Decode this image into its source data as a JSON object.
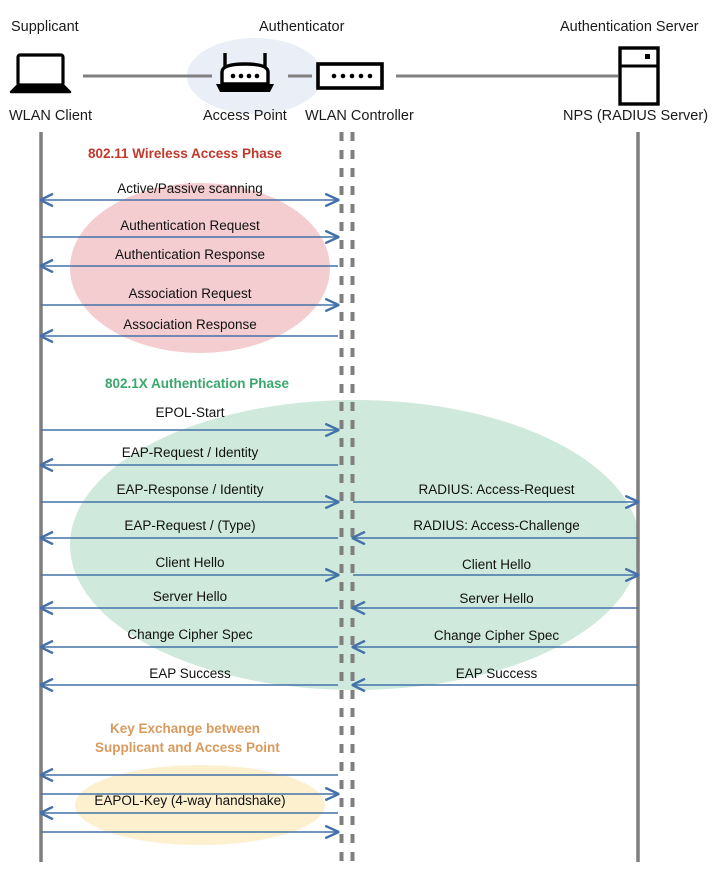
{
  "diagram": {
    "title": "802.1X / WPA2-Enterprise WLAN authentication sequence",
    "colors": {
      "lifeline_solid": "#7f7f7f",
      "lifeline_dashed": "#7f7f7f",
      "arrow": "#4472a8",
      "phase_wireless": "#c0392b",
      "phase_8021x": "#3aa76d",
      "phase_keyexchange": "#d99a5e",
      "ellipse_pink": "#f4cdd0",
      "ellipse_green": "#cfe9dc",
      "ellipse_yellow": "#fdf0cf",
      "ellipse_blue": "#eaeef7",
      "connector_line": "#808080"
    }
  },
  "roles": [
    {
      "id": "supplicant",
      "role": "Supplicant",
      "device": "WLAN Client",
      "icon": "laptop-icon"
    },
    {
      "id": "authenticator",
      "role": "Authenticator",
      "device": "Access Point",
      "icon": "access-point-icon"
    },
    {
      "id": "controller",
      "role": "",
      "device": "WLAN Controller",
      "icon": "wlan-controller-icon"
    },
    {
      "id": "auth-server",
      "role": "Authentication Server",
      "device": "NPS (RADIUS Server)",
      "icon": "server-icon"
    }
  ],
  "phases": [
    {
      "id": "wireless-access",
      "label": "802.11 Wireless Access Phase",
      "color": "#c0392b",
      "ellipse": "#f4cdd0"
    },
    {
      "id": "dot1x-auth",
      "label": "802.1X Authentication Phase",
      "color": "#3aa76d",
      "ellipse": "#cfe9dc"
    },
    {
      "id": "key-exchange",
      "label_line1": "Key Exchange between",
      "label_line2": "Supplicant and Access Point",
      "color": "#d99a5e",
      "ellipse": "#fdf0cf"
    }
  ],
  "messages": {
    "left": [
      {
        "text": "Active/Passive scanning",
        "direction": "both"
      },
      {
        "text": "Authentication Request",
        "direction": "right"
      },
      {
        "text": "Authentication Response",
        "direction": "left"
      },
      {
        "text": "Association Request",
        "direction": "right"
      },
      {
        "text": "Association Response",
        "direction": "left"
      },
      {
        "text": "EPOL-Start",
        "direction": "right"
      },
      {
        "text": "EAP-Request / Identity",
        "direction": "left"
      },
      {
        "text": "EAP-Response / Identity",
        "direction": "right"
      },
      {
        "text": "EAP-Request / (Type)",
        "direction": "left"
      },
      {
        "text": "Client Hello",
        "direction": "right"
      },
      {
        "text": "Server Hello",
        "direction": "left"
      },
      {
        "text": "Change Cipher Spec",
        "direction": "left"
      },
      {
        "text": "EAP Success",
        "direction": "left"
      },
      {
        "text": "",
        "direction": "left"
      },
      {
        "text": "EAPOL-Key (4-way handshake)",
        "direction": "right"
      },
      {
        "text": "",
        "direction": "left"
      },
      {
        "text": "",
        "direction": "right"
      }
    ],
    "right": [
      {
        "text": "RADIUS: Access-Request",
        "direction": "right"
      },
      {
        "text": "RADIUS: Access-Challenge",
        "direction": "left"
      },
      {
        "text": "Client Hello",
        "direction": "right"
      },
      {
        "text": "Server Hello",
        "direction": "left"
      },
      {
        "text": "Change Cipher Spec",
        "direction": "left"
      },
      {
        "text": "EAP Success",
        "direction": "left"
      }
    ]
  }
}
